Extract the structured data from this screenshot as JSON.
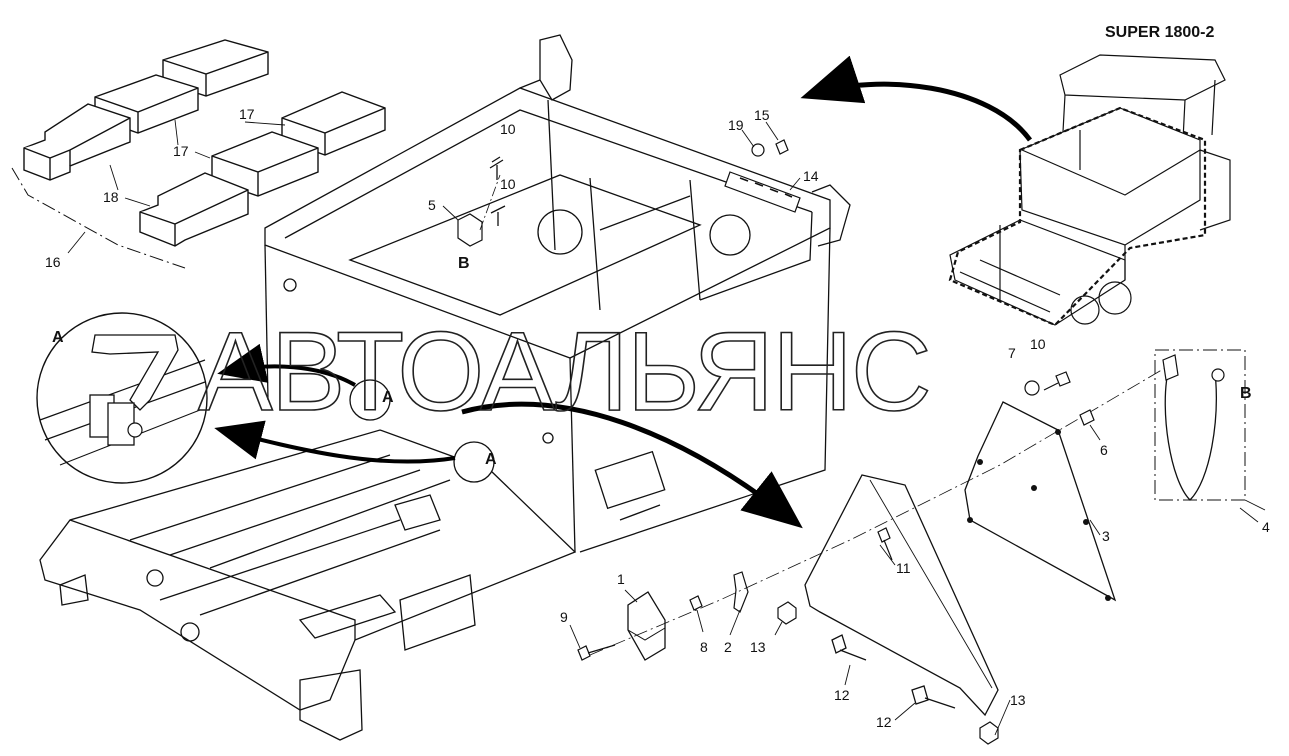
{
  "title": "SUPER 1800-2",
  "watermark": "АВТОАЛЬЯНС",
  "callouts": {
    "A": "A",
    "B": "B"
  },
  "part_labels": {
    "p1": "1",
    "p2": "2",
    "p3": "3",
    "p4": "4",
    "p5": "5",
    "p6": "6",
    "p7": "7",
    "p8": "8",
    "p9": "9",
    "p10": "10",
    "p11": "11",
    "p12": "12",
    "p13": "13",
    "p14": "14",
    "p15": "15",
    "p16": "16",
    "p17": "17",
    "p18": "18",
    "p19": "19"
  }
}
